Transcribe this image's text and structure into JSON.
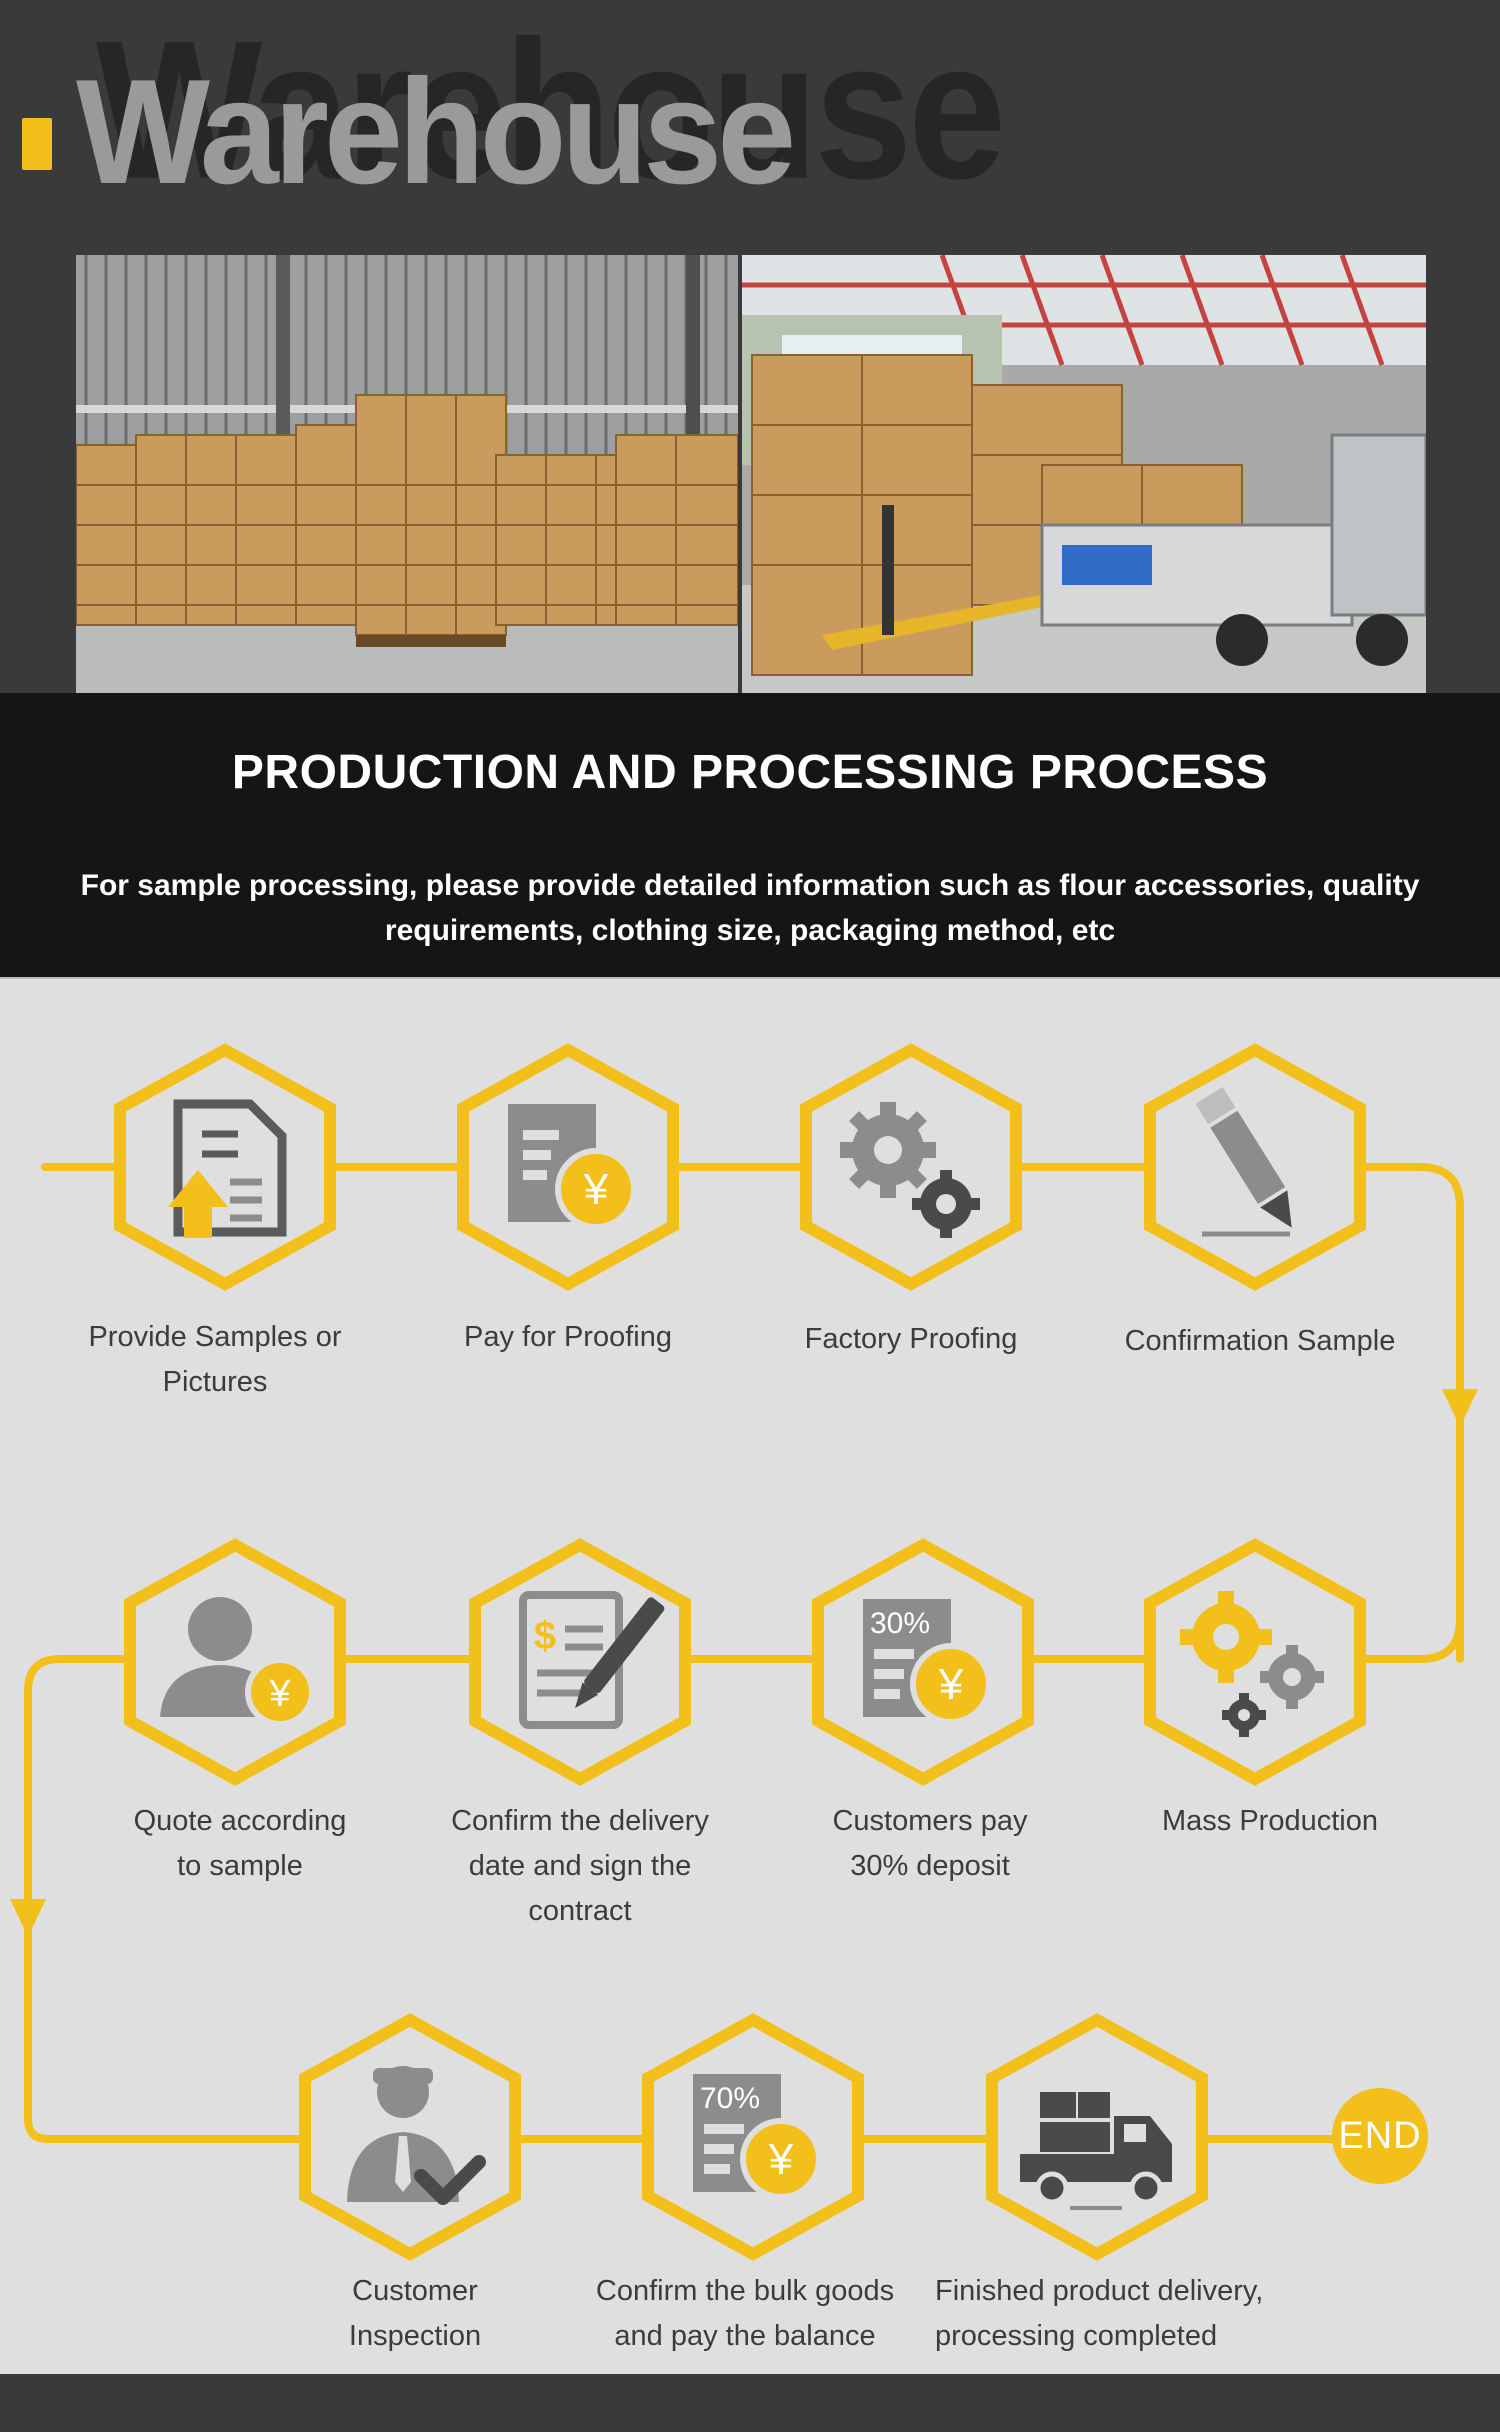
{
  "warehouse": {
    "title": "Warehouse",
    "bg_title": "Warehouse",
    "photos": {
      "left_label": "warehouse-stacked-cartons-photo",
      "right_label": "truck-loading-cartons-photo"
    }
  },
  "production": {
    "title": "PRODUCTION AND PROCESSING PROCESS",
    "description": "For sample processing, please provide detailed information such as flour accessories, quality requirements, clothing size, packaging method, etc"
  },
  "steps": [
    {
      "label": "Provide Samples or Pictures",
      "icon": "document-upload-icon"
    },
    {
      "label": "Pay for Proofing",
      "icon": "payment-yen-icon"
    },
    {
      "label": "Factory Proofing",
      "icon": "gears-icon"
    },
    {
      "label": "Confirmation Sample",
      "icon": "pencil-icon"
    },
    {
      "label": "Quote according to sample",
      "icon": "person-yen-icon"
    },
    {
      "label": "Confirm the delivery date and sign the contract",
      "icon": "contract-sign-icon"
    },
    {
      "label": "Customers pay 30% deposit",
      "icon": "deposit-30-icon",
      "badge": "30%"
    },
    {
      "label": "Mass Production",
      "icon": "production-gears-icon"
    },
    {
      "label": "Customer Inspection",
      "icon": "inspector-check-icon"
    },
    {
      "label": "Confirm the bulk goods and pay the balance",
      "icon": "balance-70-icon",
      "badge": "70%"
    },
    {
      "label": "Finished product delivery, processing completed",
      "icon": "delivery-truck-icon"
    }
  ],
  "end_label": "END",
  "colors": {
    "accent": "#f3c01b",
    "icon_gray": "#8c8c8c",
    "icon_dark": "#4a4a4a",
    "process_bg": "#e0dfdf",
    "band_bg": "#151515",
    "header_bg": "#3a3a3a"
  }
}
